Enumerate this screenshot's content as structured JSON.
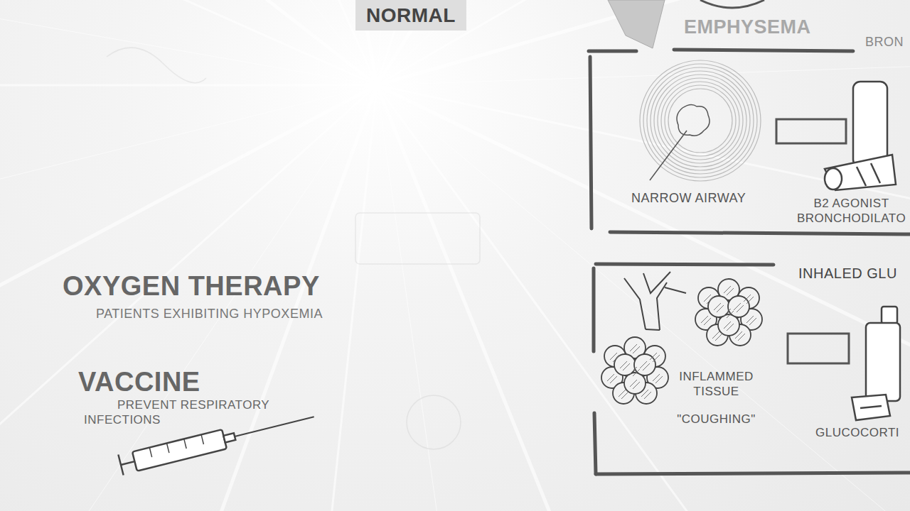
{
  "diagram": {
    "nodes": [
      {
        "text": [
          "NORMAL"
        ]
      },
      {
        "text": [
          "NARROW AIRWAY",
          "B2 AGONIST BRONCHODILATO"
        ]
      },
      {
        "text": [
          "INHALED GLU",
          "INFLAMMED TISSUE",
          "\"COUGHING\"",
          "GLUCOCORTI"
        ]
      }
    ],
    "labels": [
      "EMPHYSEMA",
      "BRON",
      "OXYGEN THERAPY",
      "PATIENTS EXHIBITING HYPOXEMIA",
      "VACCINE",
      "PREVENT RESPIRATORY INFECTIONS"
    ]
  }
}
